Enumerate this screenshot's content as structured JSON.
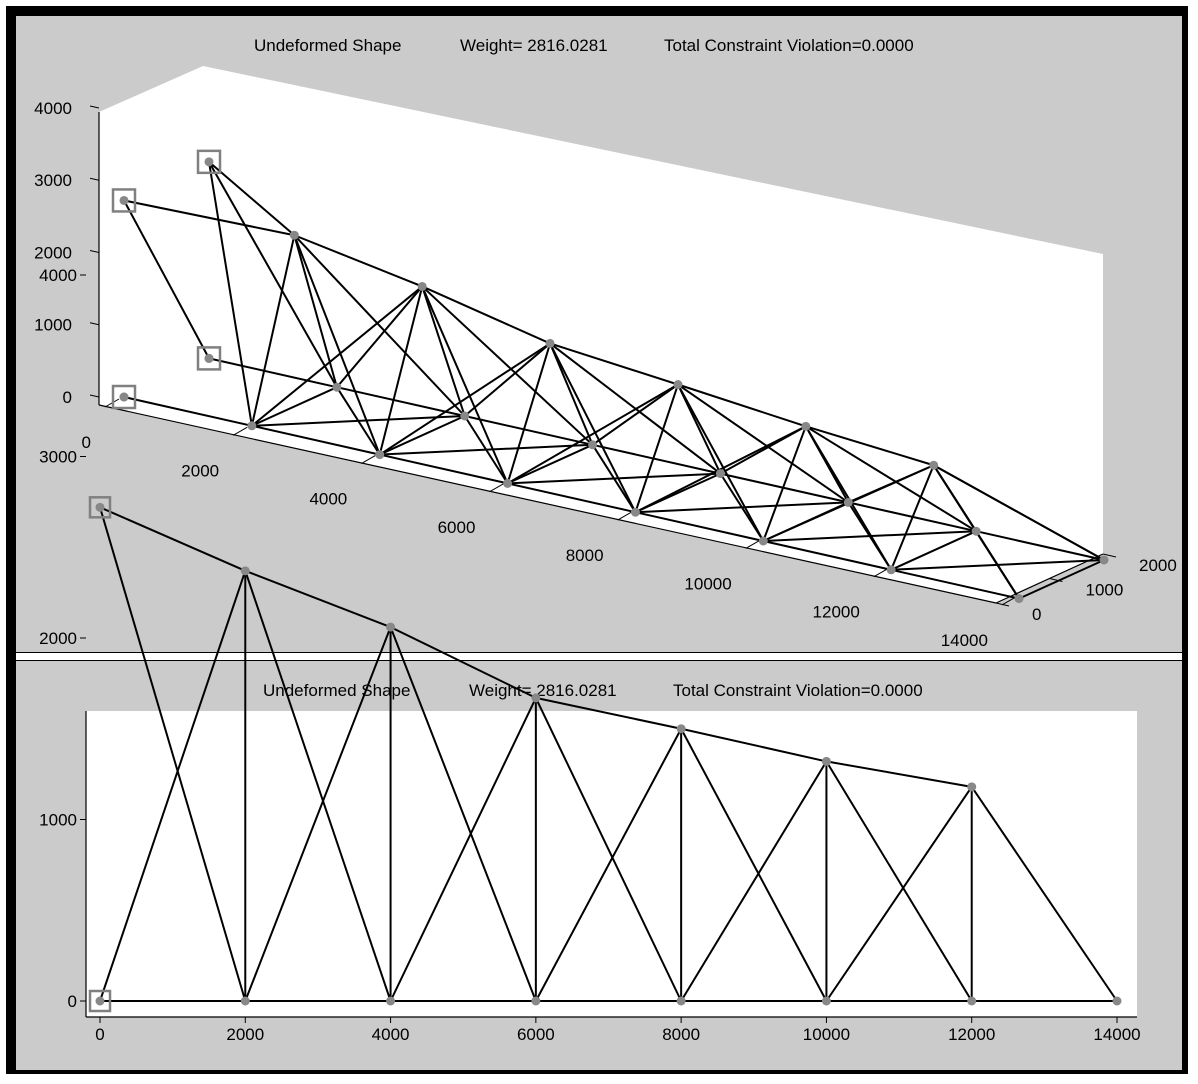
{
  "chart_data": [
    {
      "type": "3d-truss-plot",
      "view": "3d",
      "title": {
        "label": "Undeformed Shape",
        "weight": "Weight= 2816.0281",
        "violation": "Total Constraint Violation=0.0000"
      },
      "zlim": [
        0,
        4000
      ],
      "xlim": [
        0,
        14000
      ],
      "ylim": [
        0,
        2000
      ],
      "z_ticks": [
        "4000",
        "3000",
        "2000",
        "1000",
        "0"
      ],
      "x_ticks": [
        "0",
        "2000",
        "4000",
        "6000",
        "8000",
        "10000",
        "12000",
        "14000"
      ],
      "y_ticks": [
        "0",
        "1000",
        "2000"
      ],
      "grid": false,
      "supports": 4
    },
    {
      "type": "2d-truss-plot",
      "view": "side",
      "title": {
        "label": "Undeformed Shape",
        "weight": "Weight= 2816.0281",
        "violation": "Total Constraint Violation=0.0000"
      },
      "xlim": [
        0,
        14000
      ],
      "ylim": [
        0,
        4000
      ],
      "x_ticks": [
        "0",
        "2000",
        "4000",
        "6000",
        "8000",
        "10000",
        "12000",
        "14000"
      ],
      "y_ticks": [
        "4000",
        "3000",
        "2000",
        "1000",
        "0"
      ],
      "grid": false,
      "top_chord": [
        {
          "x": 0,
          "y": 2720
        },
        {
          "x": 2000,
          "y": 2370
        },
        {
          "x": 4000,
          "y": 2060
        },
        {
          "x": 6000,
          "y": 1670
        },
        {
          "x": 8000,
          "y": 1500
        },
        {
          "x": 10000,
          "y": 1320
        },
        {
          "x": 12000,
          "y": 1180
        }
      ],
      "bottom_chord": [
        {
          "x": 0,
          "y": 0
        },
        {
          "x": 2000,
          "y": 0
        },
        {
          "x": 4000,
          "y": 0
        },
        {
          "x": 6000,
          "y": 0
        },
        {
          "x": 8000,
          "y": 0
        },
        {
          "x": 10000,
          "y": 0
        },
        {
          "x": 12000,
          "y": 0
        },
        {
          "x": 14000,
          "y": 0
        }
      ],
      "supports": [
        {
          "x": 0,
          "y": 2720
        },
        {
          "x": 0,
          "y": 0
        }
      ]
    }
  ]
}
